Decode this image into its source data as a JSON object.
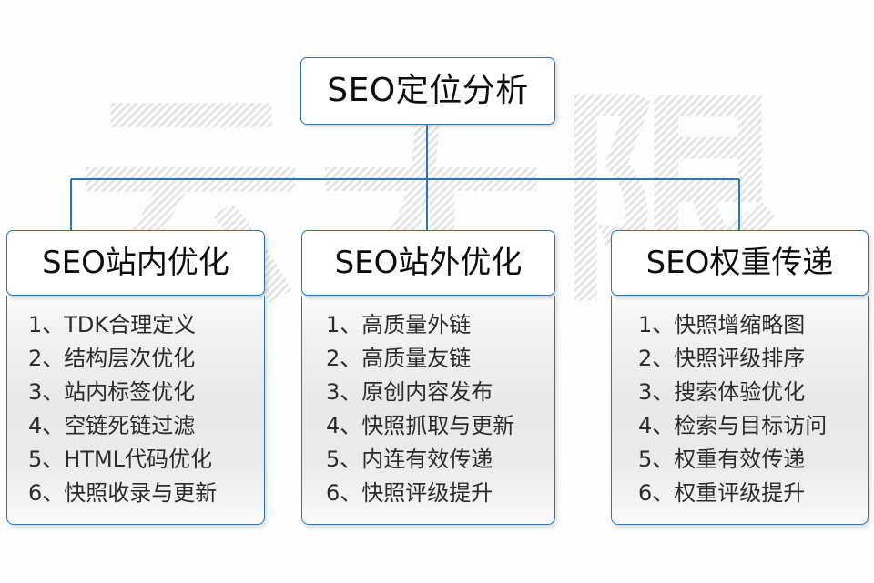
{
  "diagram": {
    "root": {
      "title": "SEO定位分析"
    },
    "columns": [
      {
        "header": "SEO站内优化",
        "items": [
          "1、TDK合理定义",
          "2、结构层次优化",
          "3、站内标签优化",
          "4、空链死链过滤",
          "5、HTML代码优化",
          "6、快照收录与更新"
        ]
      },
      {
        "header": "SEO站外优化",
        "items": [
          "1、高质量外链",
          "2、高质量友链",
          "3、原创内容发布",
          "4、快照抓取与更新",
          "5、内连有效传递",
          "6、快照评级提升"
        ]
      },
      {
        "header": "SEO权重传递",
        "items": [
          "1、快照增缩略图",
          "2、快照评级排序",
          "3、搜索体验优化",
          "4、检索与目标访问",
          "5、权重有效传递",
          "6、权重评级提升"
        ]
      }
    ],
    "watermark": {
      "text": "云无限"
    },
    "colors": {
      "border": "#2e75b6",
      "connector": "#2e75b6",
      "text": "#0d0d0d",
      "item_text": "#2b2b2b",
      "background": "#fefefe",
      "watermark": "#ededed"
    }
  }
}
